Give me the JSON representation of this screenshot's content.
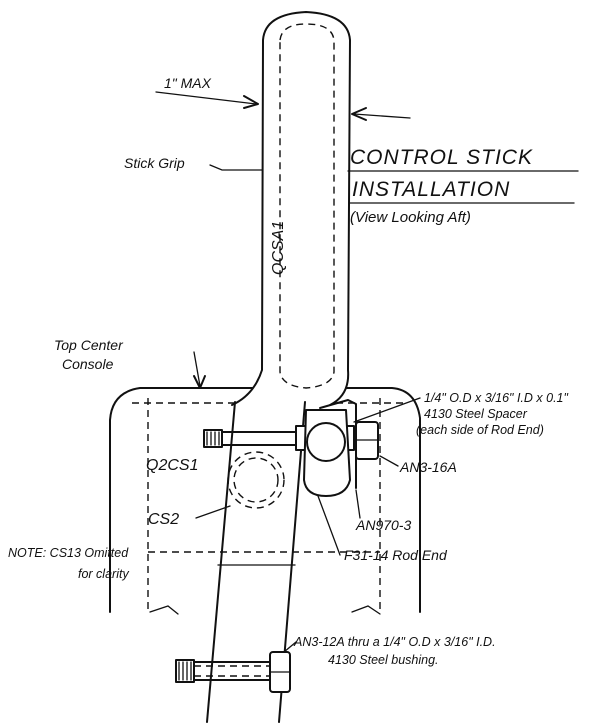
{
  "title": {
    "line1": "CONTROL STICK",
    "line2": "INSTALLATION",
    "view": "(View Looking Aft)"
  },
  "dimension": {
    "max_width": "1\" MAX"
  },
  "labels": {
    "stick_grip": "Stick Grip",
    "stick_part": "QCSA1",
    "console_line1": "Top Center",
    "console_line2": "Console",
    "spacer_line1": "1/4\" O.D x 3/16\" I.D x 0.1\"",
    "spacer_line2": "4130 Steel Spacer",
    "spacer_line3": "(each side of Rod End)",
    "bolt_upper": "AN3-16A",
    "pivot_part": "Q2CS1",
    "cotter": "AN970-3",
    "tube_part": "CS2",
    "rod_end": "F31-14 Rod End",
    "note_line1": "NOTE: CS13 Omitted",
    "note_line2": "for clarity",
    "bolt_lower": "AN3-12A thru a 1/4\" O.D x 3/16\" I.D.",
    "bushing": "4130 Steel bushing."
  }
}
